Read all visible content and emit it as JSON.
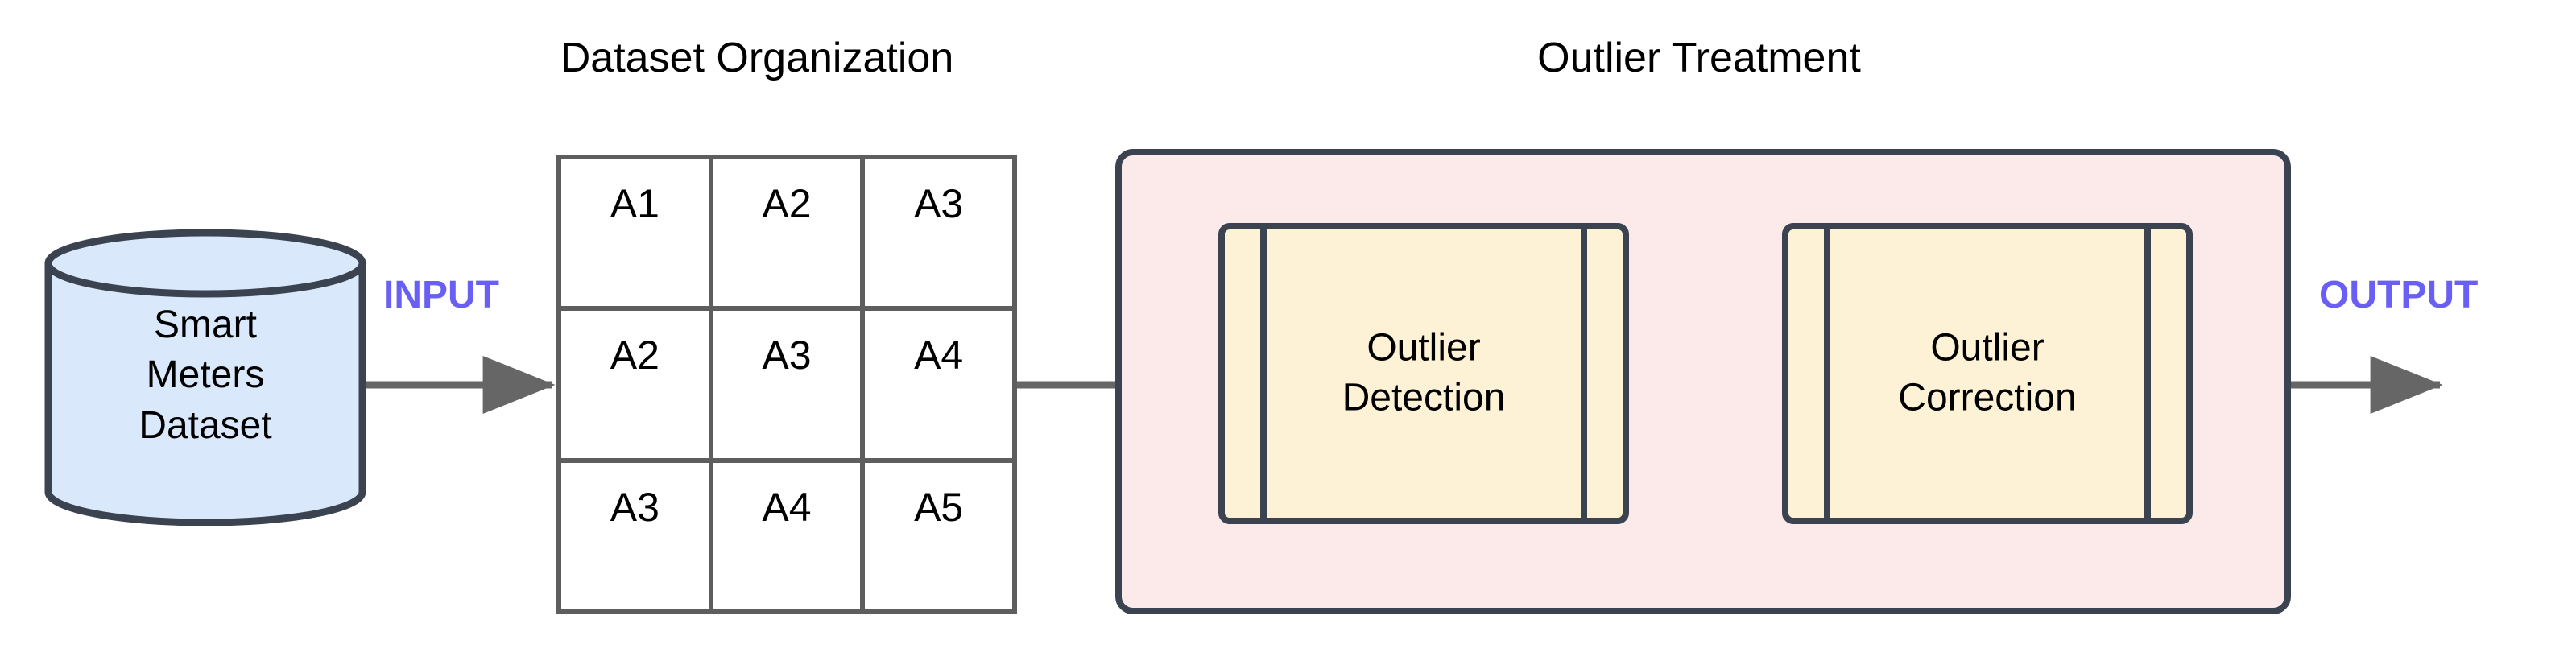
{
  "diagram": {
    "title_dataset_organization": "Dataset Organization",
    "title_outlier_treatment": "Outlier Treatment",
    "datastore": {
      "name": "smart-meters-dataset",
      "label": "Smart\nMeters\nDataset",
      "fill": "#dae8fc",
      "stroke": "#3c4350"
    },
    "grid": {
      "rows": [
        [
          "A1",
          "A2",
          "A3"
        ],
        [
          "A2",
          "A3",
          "A4"
        ],
        [
          "A3",
          "A4",
          "A5"
        ]
      ],
      "stroke": "#5e5e5e",
      "fill": "#ffffff"
    },
    "container": {
      "fill": "#fceaea",
      "stroke": "#3c4350"
    },
    "processes": [
      {
        "name": "outlier-detection",
        "label": "Outlier\nDetection",
        "fill": "#fdf2d5",
        "stroke": "#3c4350"
      },
      {
        "name": "outlier-correction",
        "label": "Outlier\nCorrection",
        "fill": "#fdf2d5",
        "stroke": "#3c4350"
      }
    ],
    "flow_labels": {
      "input": "INPUT",
      "output": "OUTPUT",
      "color": "#6a5ff5"
    },
    "connector_color": "#666666"
  }
}
